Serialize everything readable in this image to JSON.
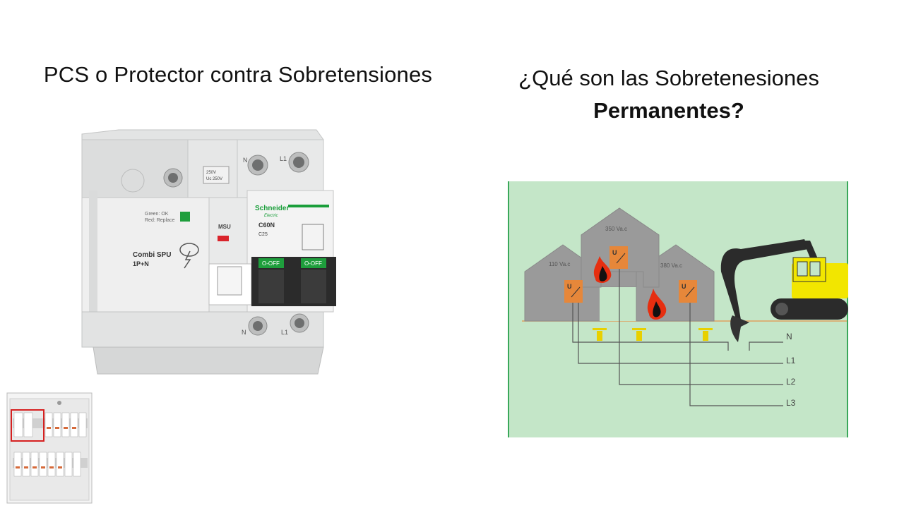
{
  "slide": {
    "title_left": "PCS o Protector contra Sobretensiones",
    "title_right_line1": "¿Qué son las Sobretenesiones",
    "title_right_line2": "Permanentes?"
  },
  "device": {
    "brand": "Schneider",
    "brand_sub": "Electric",
    "model": "C60N",
    "rating": "C25",
    "module_name": "Combi SPU",
    "module_poles": "1P+N",
    "status_green": "Green: OK",
    "status_red": "Red: Replace",
    "msu_label": "MSU",
    "switch_label": "O-OFF",
    "terminal_n": "N",
    "terminal_l1": "L1",
    "voltage_line1": "250V",
    "voltage_line2": "Uc 250V"
  },
  "diagram": {
    "house1_voltage": "110 Va.c",
    "house2_voltage": "350 Va.c",
    "house3_voltage": "380 Va.c",
    "line_n": "N",
    "line_l1": "L1",
    "line_l2": "L2",
    "line_l3": "L3",
    "meter_label": "U",
    "colors": {
      "background": "#c4e6c8",
      "house": "#9a9a9a",
      "meter": "#e6873a",
      "excavator": "#f2e600"
    }
  }
}
